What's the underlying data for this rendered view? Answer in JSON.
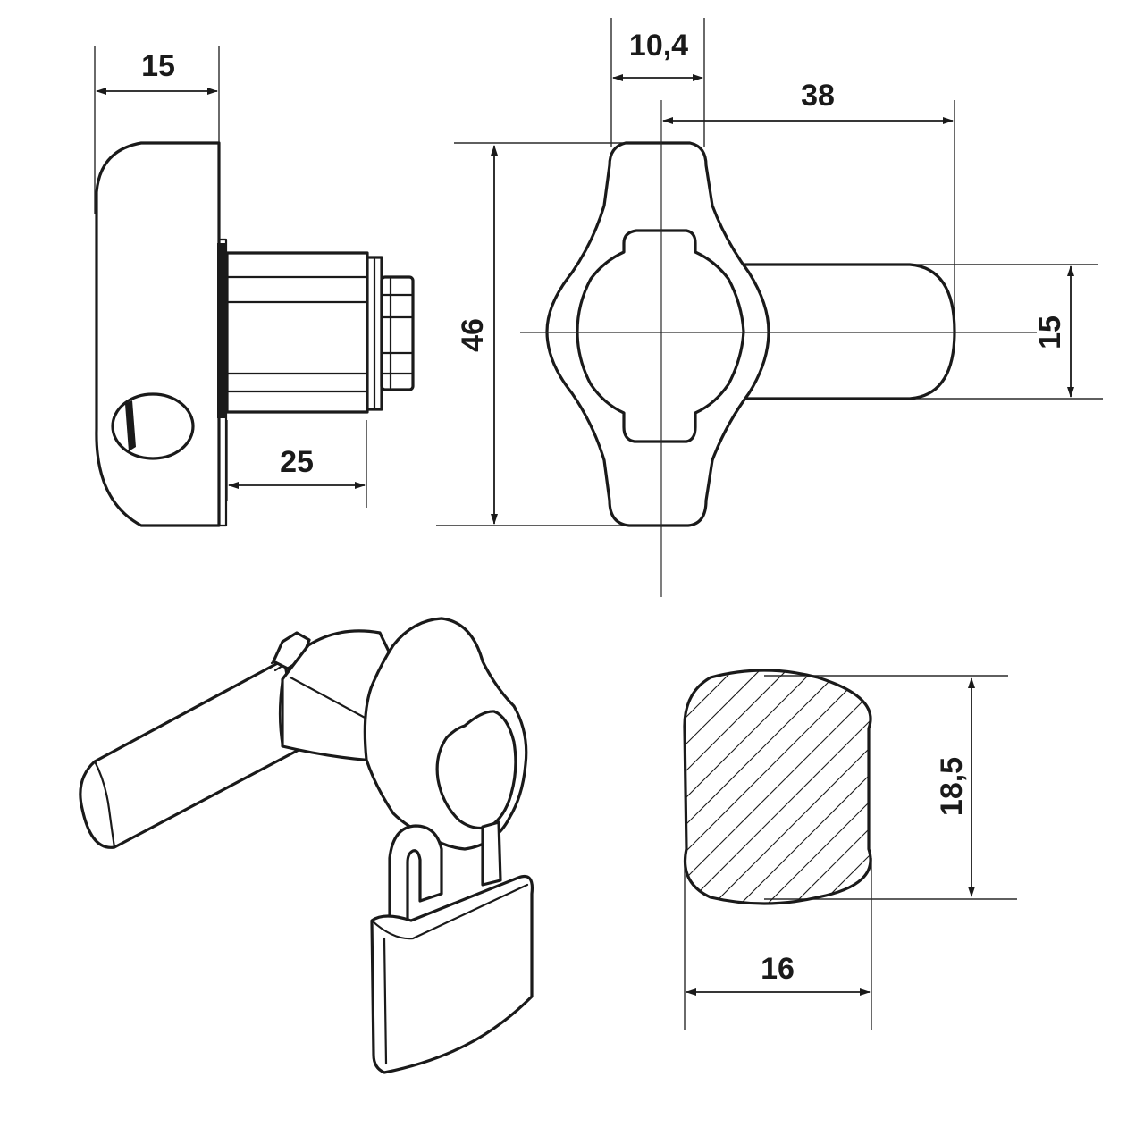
{
  "colors": {
    "line": "#1a1a1a",
    "background": "#ffffff"
  },
  "side_view": {
    "dim_flange_width": "15",
    "dim_cylinder_length": "25"
  },
  "front_view": {
    "dim_cam_thickness": "10,4",
    "dim_cam_length": "38",
    "dim_cam_height": "46",
    "dim_cam_width": "15"
  },
  "section_view": {
    "dim_height": "18,5",
    "dim_width": "16"
  }
}
